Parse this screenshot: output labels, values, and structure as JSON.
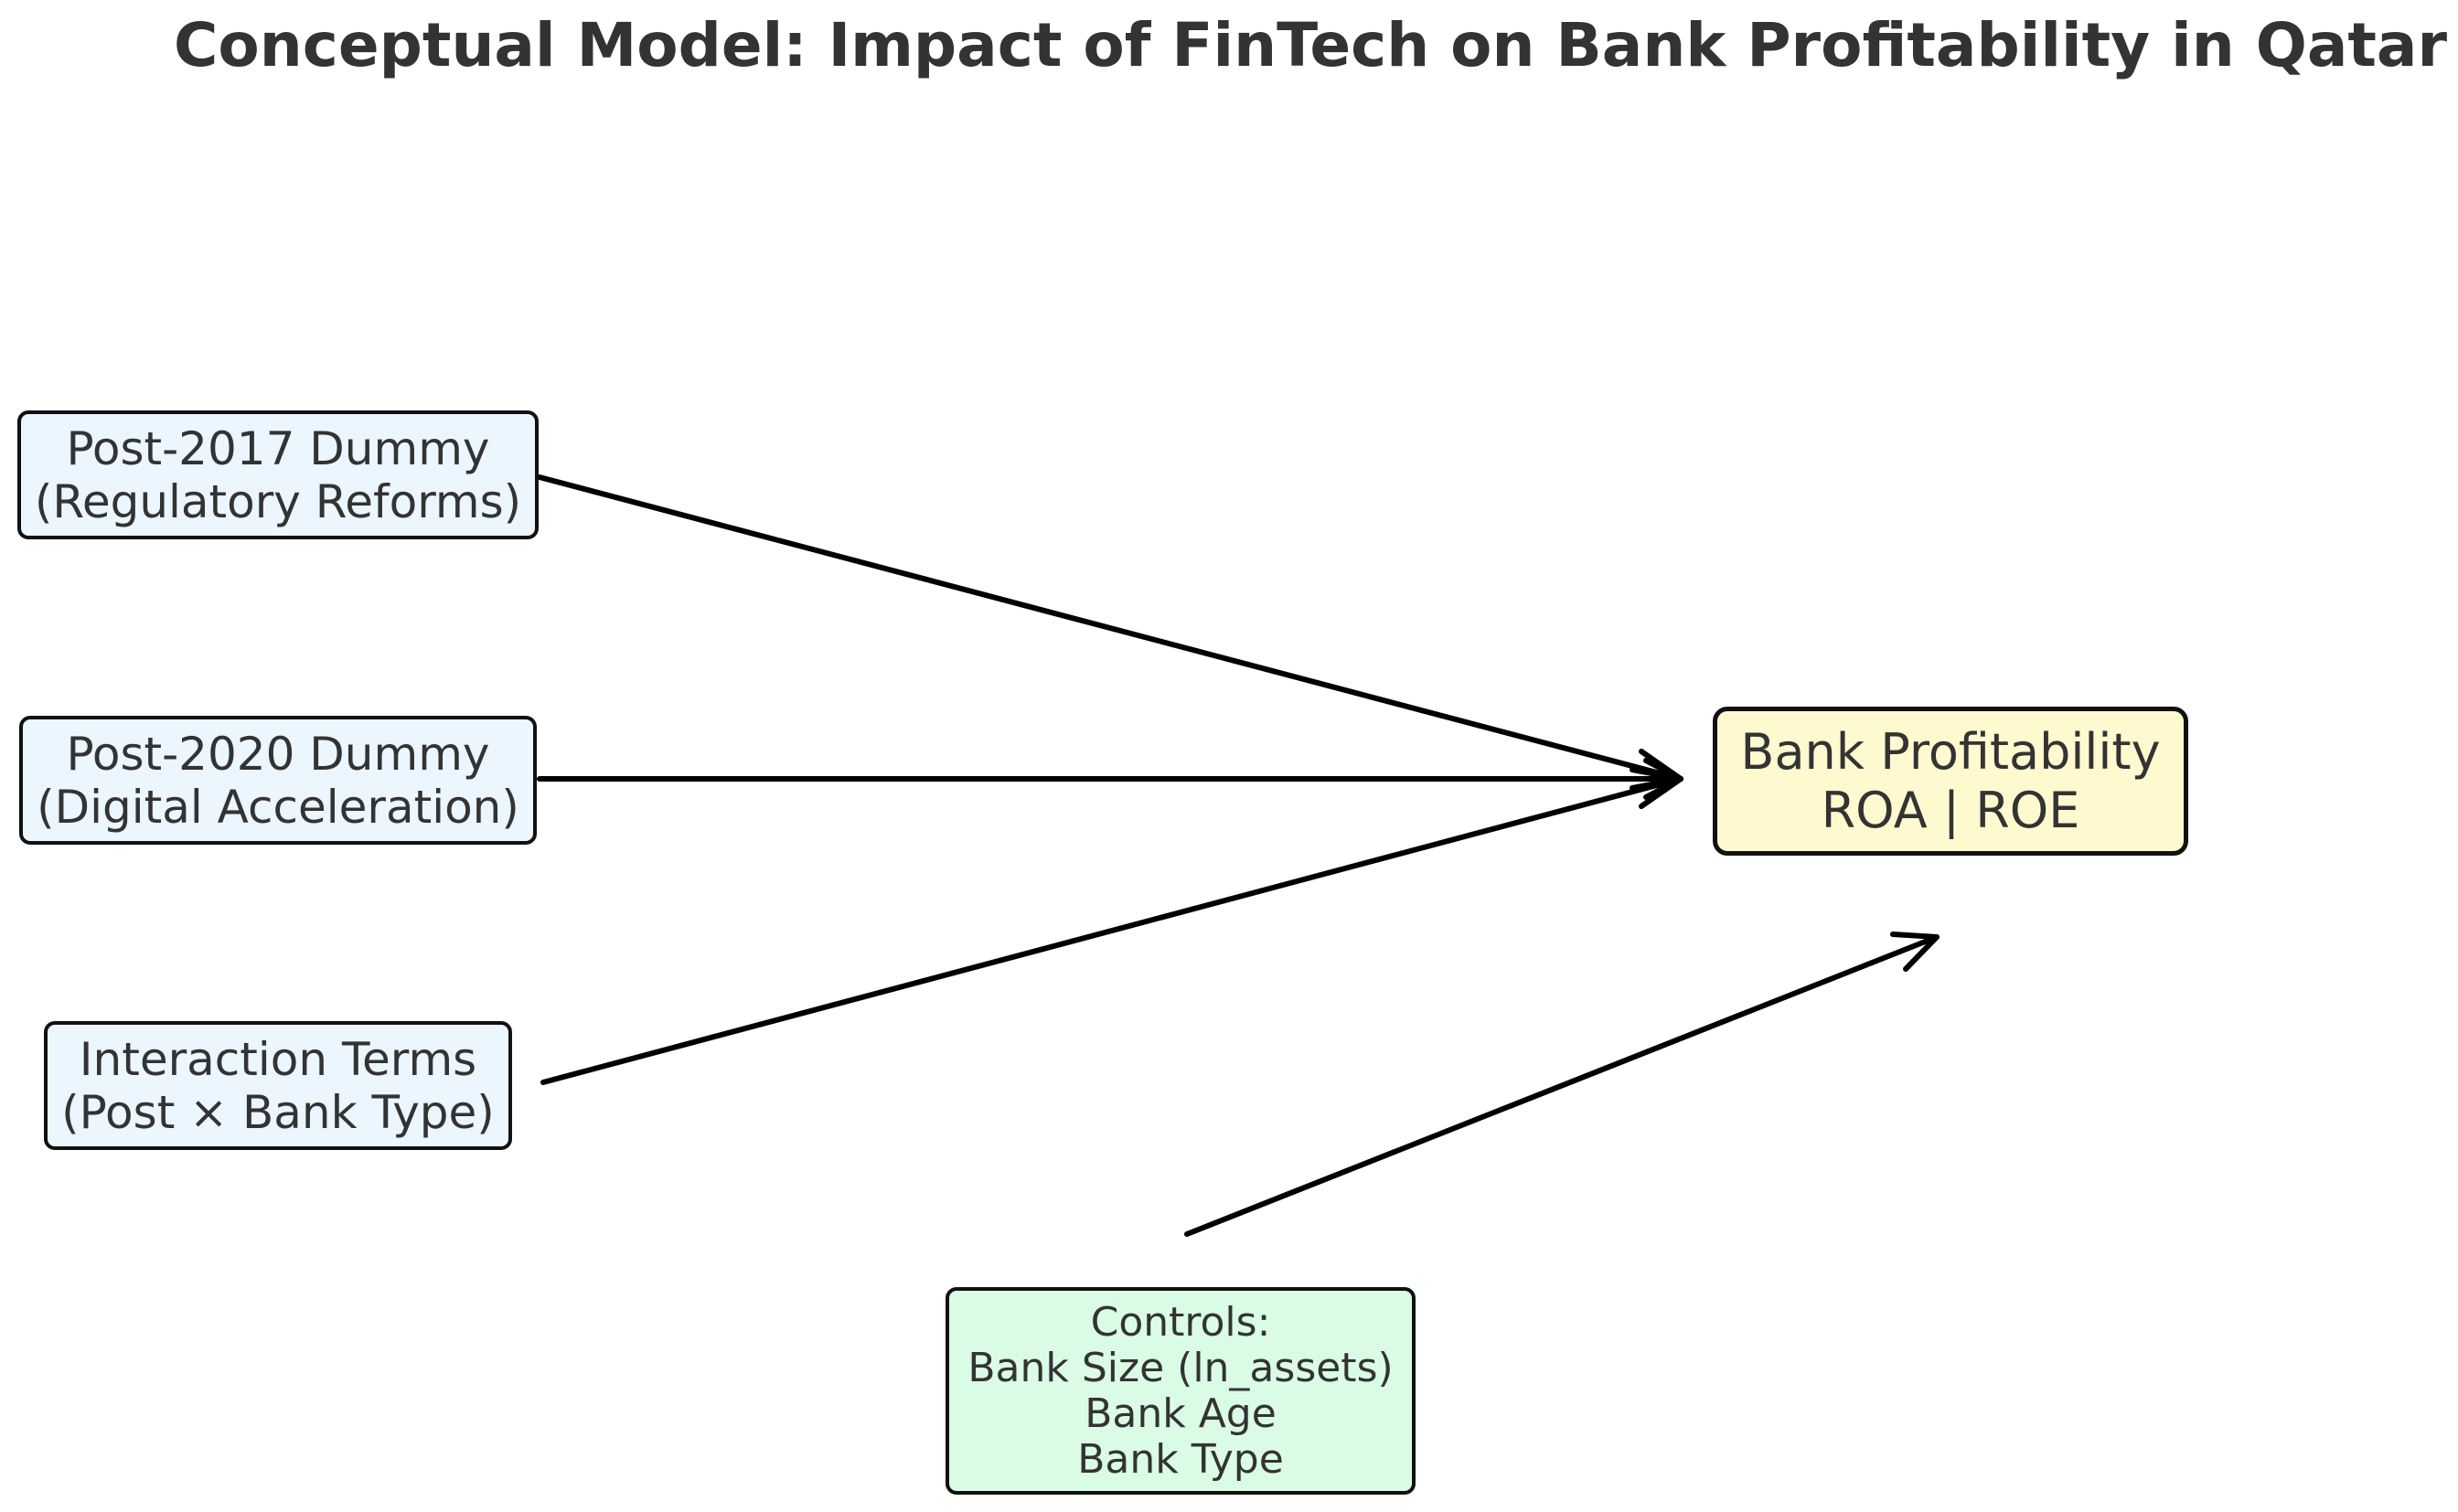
{
  "title": "Conceptual Model: Impact of FinTech on Bank Profitability in Qatar",
  "inputs": [
    {
      "line1": "Post-2017 Dummy",
      "line2": "(Regulatory Reforms)"
    },
    {
      "line1": "Post-2020 Dummy",
      "line2": "(Digital Acceleration)"
    },
    {
      "line1": "Interaction Terms",
      "line2": "(Post × Bank Type)"
    }
  ],
  "outcome": {
    "line1": "Bank Profitability",
    "line2": "ROA | ROE"
  },
  "controls": {
    "heading": "Controls:",
    "items": [
      "Bank Size (ln_assets)",
      "Bank Age",
      "Bank Type"
    ]
  },
  "colors": {
    "input_fill": "#ebf6ff",
    "outcome_fill": "#fef9cf",
    "controls_fill": "#dbfce4",
    "stroke": "#111111",
    "text": "#333333"
  }
}
